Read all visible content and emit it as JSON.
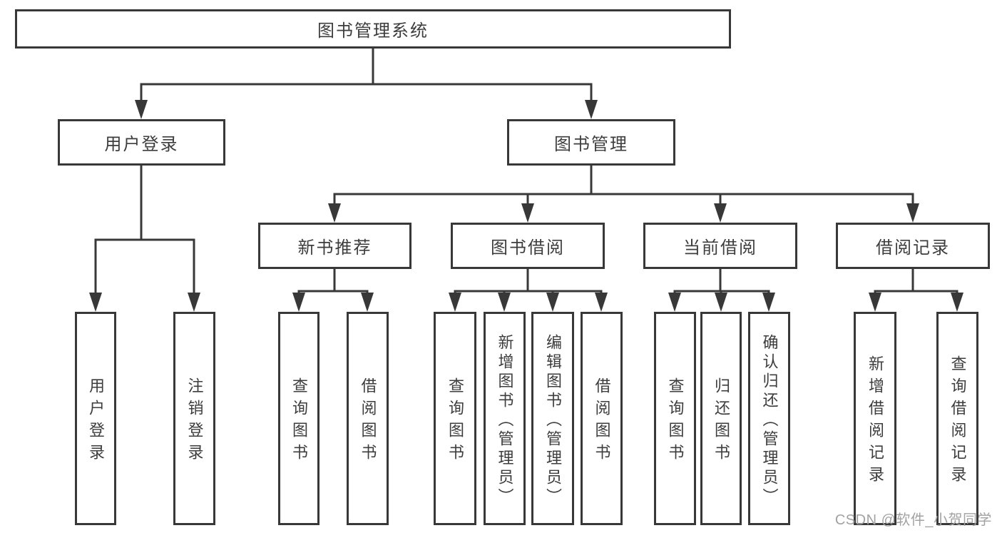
{
  "tree": {
    "label": "图书管理系统",
    "children": [
      {
        "label": "用户登录",
        "children": [
          {
            "label": "用户登录"
          },
          {
            "label": "注销登录"
          }
        ]
      },
      {
        "label": "图书管理",
        "children": [
          {
            "label": "新书推荐",
            "children": [
              {
                "label": "查询图书"
              },
              {
                "label": "借阅图书"
              }
            ]
          },
          {
            "label": "图书借阅",
            "children": [
              {
                "label": "查询图书"
              },
              {
                "label": "新增图书（管理员）"
              },
              {
                "label": "编辑图书（管理员）"
              },
              {
                "label": "借阅图书"
              }
            ]
          },
          {
            "label": "当前借阅",
            "children": [
              {
                "label": "查询图书"
              },
              {
                "label": "归还图书"
              },
              {
                "label": "确认归还（管理员）"
              }
            ]
          },
          {
            "label": "借阅记录",
            "children": [
              {
                "label": "新增借阅记录"
              },
              {
                "label": "查询借阅记录"
              }
            ]
          }
        ]
      }
    ]
  },
  "watermark": {
    "text": "CSDN @软件_小贺同学"
  },
  "colors": {
    "line": "#383838",
    "box_border": "#383838",
    "label_text": "#3d3d3d",
    "watermark_text": "#a2a2a2",
    "background": "#ffffff"
  }
}
